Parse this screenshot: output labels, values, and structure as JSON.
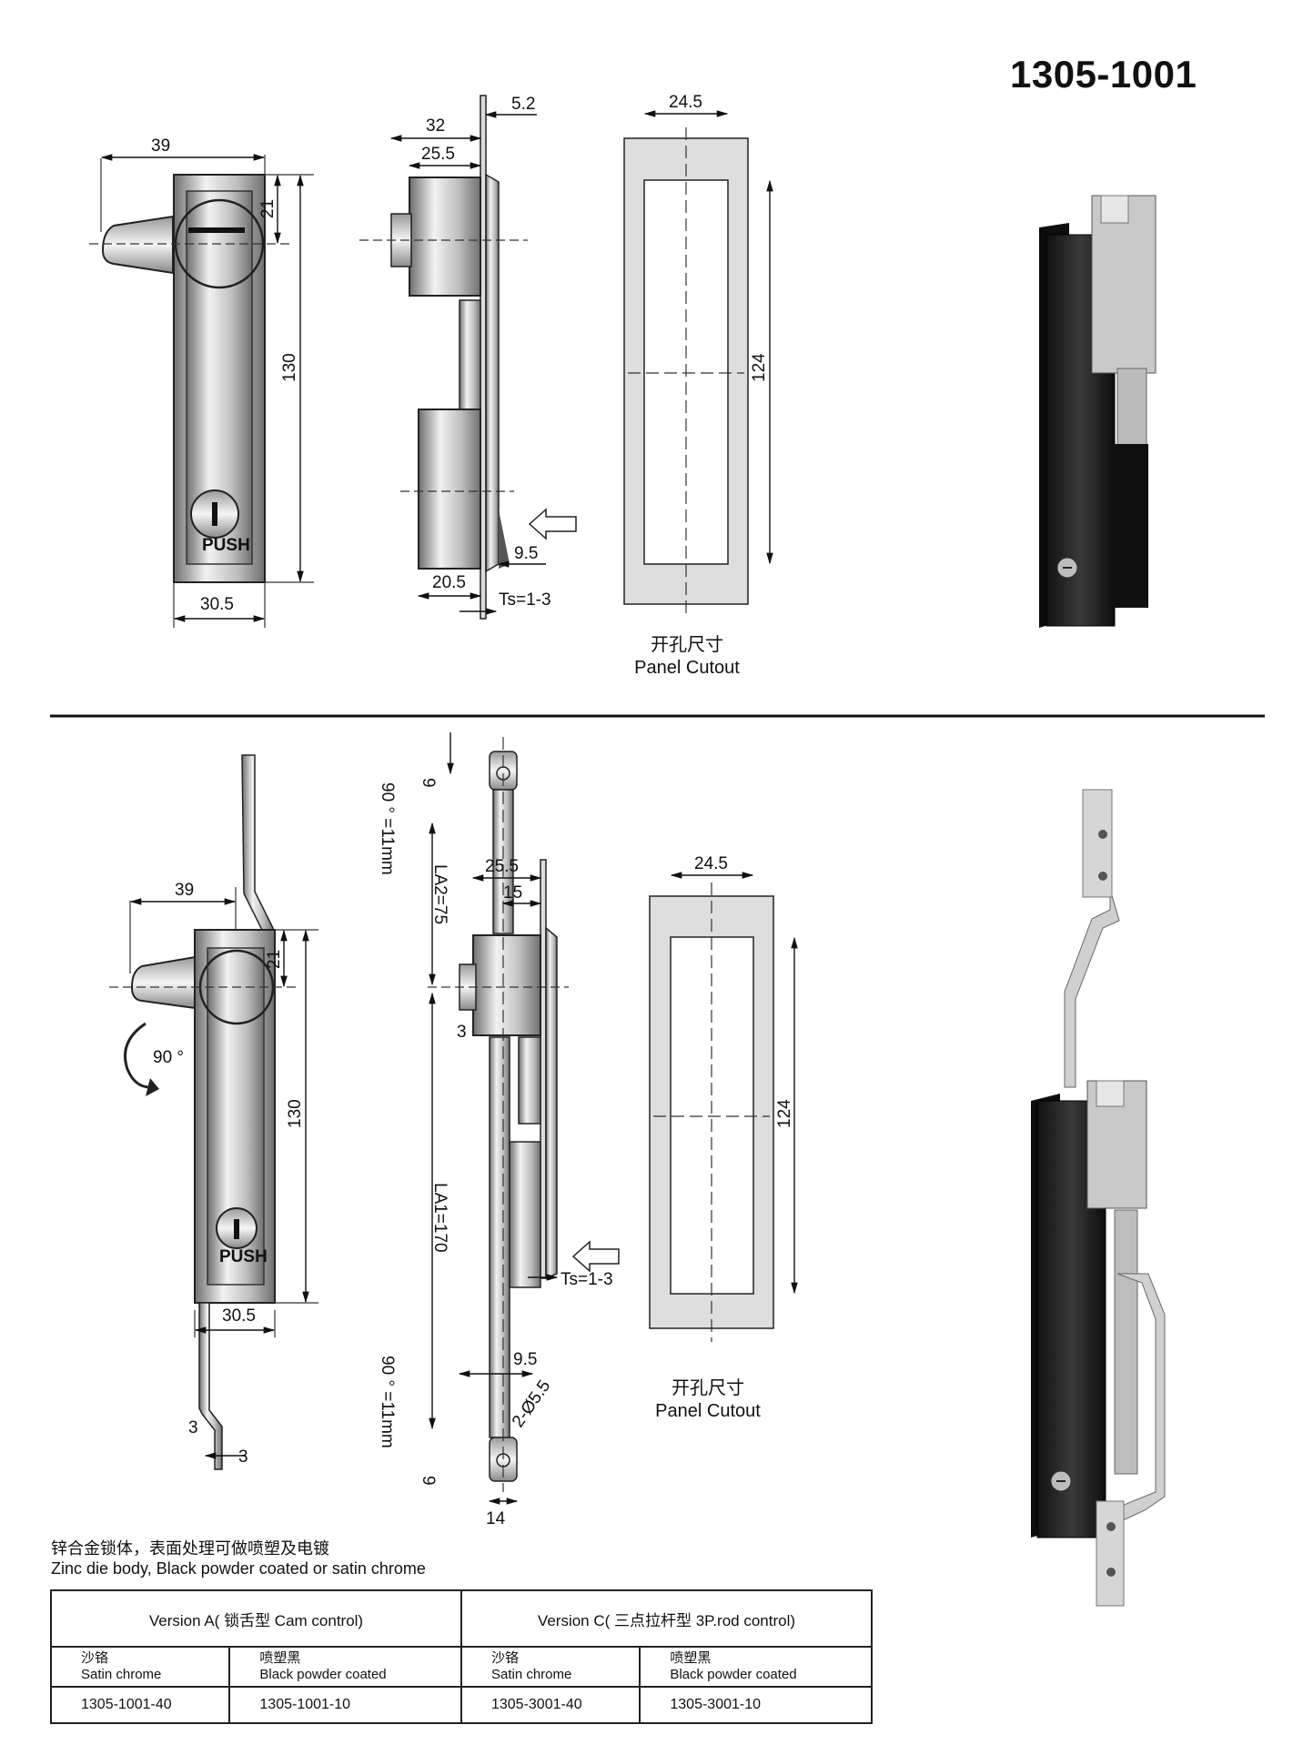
{
  "title": "1305-1001",
  "section_a": {
    "dims": {
      "w39": "39",
      "h21": "21",
      "h130": "130",
      "w30_5": "30.5",
      "push": "PUSH",
      "w32": "32",
      "w25_5": "25.5",
      "w5_2": "5.2",
      "w9_5": "9.5",
      "w20_5": "20.5",
      "ts": "Ts=1-3",
      "w24_5": "24.5",
      "h124": "124"
    },
    "cutout_cn": "开孔尺寸",
    "cutout_en": "Panel Cutout"
  },
  "section_c": {
    "dims": {
      "w39": "39",
      "h21": "21",
      "h130": "130",
      "w30_5": "30.5",
      "rot": "90 °",
      "push": "PUSH",
      "t3a": "3",
      "t3b": "3",
      "d9": "9",
      "rot_top": "90 ° =11mm",
      "la2": "LA2=75",
      "w25_5": "25.5",
      "w15": "15",
      "t3": "3",
      "la1": "LA1=170",
      "w9_5": "9.5",
      "hole": "2-Ø5.5",
      "rot_bot": "90 ° =11mm",
      "d9b": "9",
      "w14": "14",
      "ts": "Ts=1-3",
      "w24_5": "24.5",
      "h124": "124"
    },
    "cutout_cn": "开孔尺寸",
    "cutout_en": "Panel Cutout"
  },
  "notes": {
    "cn": "锌合金锁体，表面处理可做喷塑及电镀",
    "en": "Zinc die  body, Black powder coated or satin chrome"
  },
  "table": {
    "version_a": "Version A( 锁舌型 Cam control)",
    "version_c": "Version C( 三点拉杆型 3P.rod control)",
    "sub": [
      {
        "cn": "沙铬",
        "en": "Satin chrome"
      },
      {
        "cn": "喷塑黑",
        "en": "Black powder coated"
      },
      {
        "cn": "沙铬",
        "en": "Satin chrome"
      },
      {
        "cn": "喷塑黑",
        "en": "Black powder coated"
      }
    ],
    "codes": [
      "1305-1001-40",
      "1305-1001-10",
      "1305-3001-40",
      "1305-3001-10"
    ]
  }
}
